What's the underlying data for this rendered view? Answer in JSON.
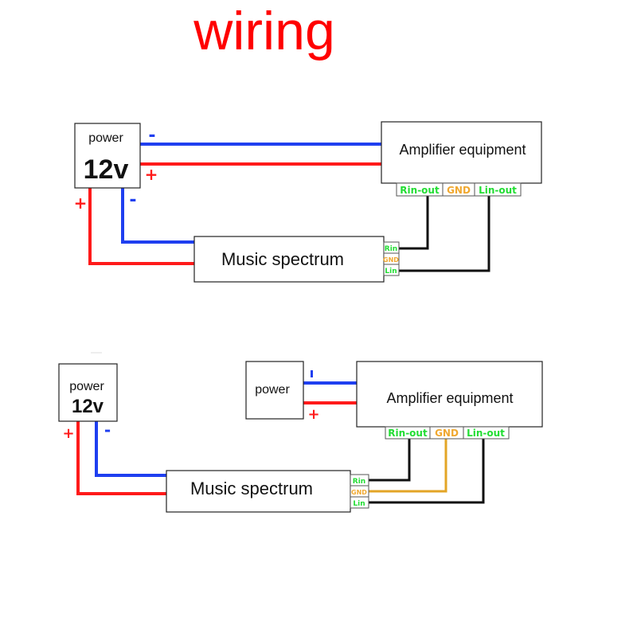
{
  "title": "wiring",
  "colors": {
    "title": "#ff0000",
    "positive_wire": "#ff1a1a",
    "negative_wire": "#1f3ff0",
    "signal_wire": "#111111",
    "gnd_wire": "#e3a526",
    "terminal_green": "#22dd33",
    "terminal_gnd": "#f0a830"
  },
  "diagram_top": {
    "power": {
      "label": "power",
      "voltage": "12v"
    },
    "amplifier": {
      "label": "Amplifier equipment",
      "terminals": [
        "Rin-out",
        "GND",
        "Lin-out"
      ]
    },
    "music": {
      "label": "Music spectrum",
      "terminals": [
        "Rin",
        "GND",
        "Lin"
      ]
    },
    "signs": {
      "plus": "+",
      "minus": "-"
    },
    "gnd_connected": false
  },
  "diagram_bottom": {
    "power": {
      "label": "power",
      "voltage": "12v"
    },
    "amp_power": {
      "label": "power"
    },
    "amplifier": {
      "label": "Amplifier equipment",
      "terminals": [
        "Rin-out",
        "GND",
        "Lin-out"
      ]
    },
    "music": {
      "label": "Music spectrum",
      "terminals": [
        "Rin",
        "GND",
        "Lin"
      ]
    },
    "signs": {
      "plus": "+",
      "minus": "-",
      "minus_alt": "ı"
    },
    "gnd_connected": true
  }
}
